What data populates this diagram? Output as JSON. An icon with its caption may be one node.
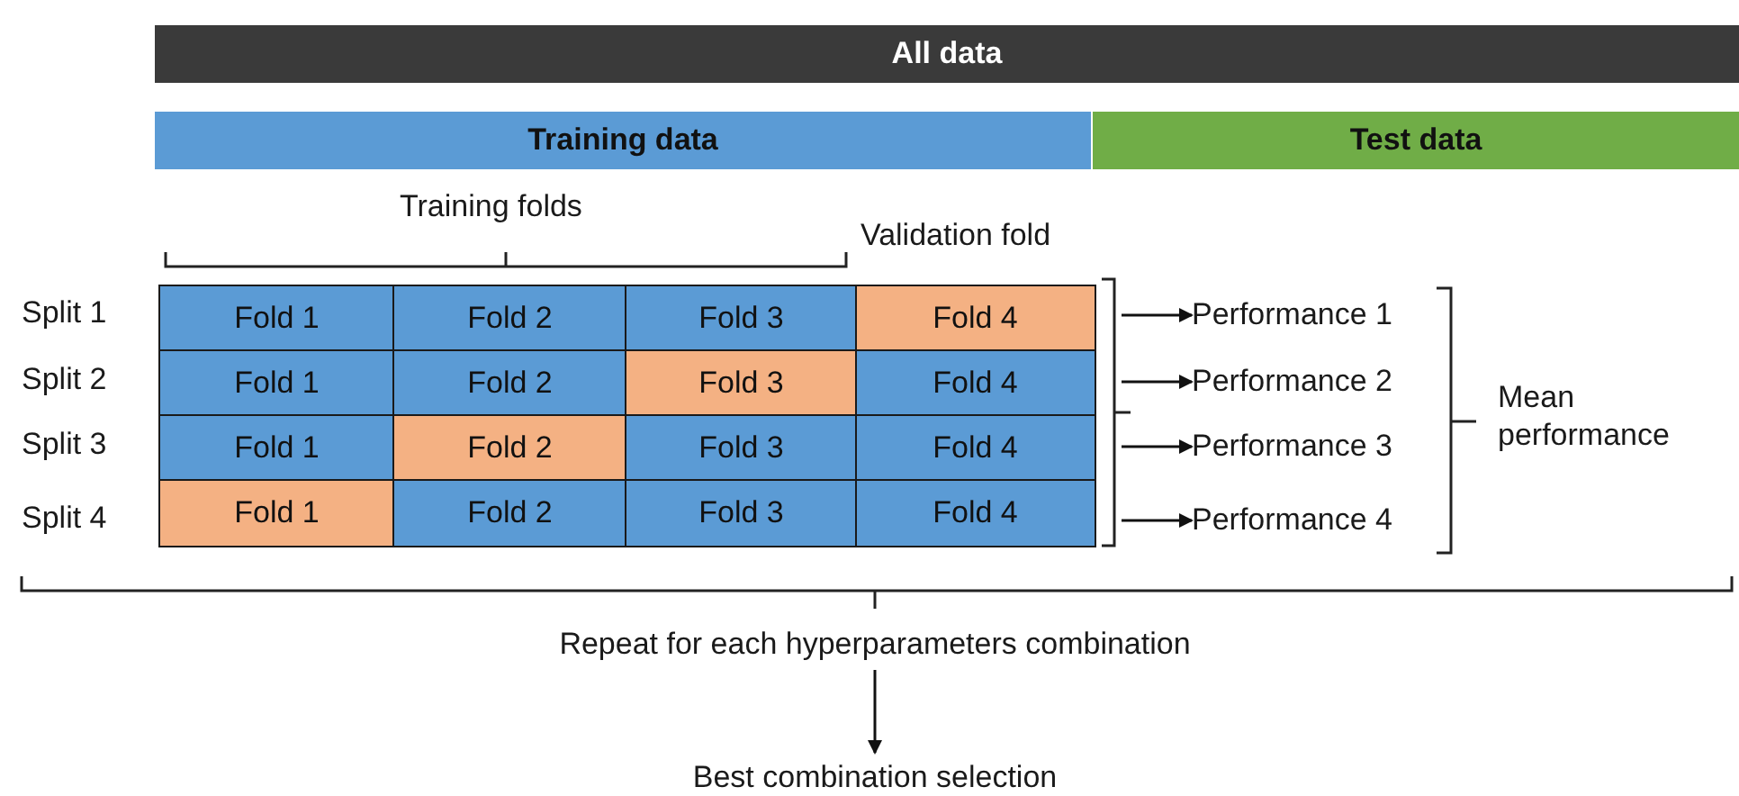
{
  "diagram": {
    "nodes": [
      {
        "text": [
          "All data"
        ]
      },
      {
        "text": [
          "Training data"
        ]
      },
      {
        "text": [
          "Test data"
        ]
      },
      {
        "text": [
          "Fold 1"
        ]
      },
      {
        "text": [
          "Fold 2"
        ]
      },
      {
        "text": [
          "Fold 3"
        ]
      },
      {
        "text": [
          "Fold 4"
        ]
      },
      {
        "text": [
          "Fold 1"
        ]
      },
      {
        "text": [
          "Fold 2"
        ]
      },
      {
        "text": [
          "Fold 3"
        ]
      },
      {
        "text": [
          "Fold 4"
        ]
      },
      {
        "text": [
          "Fold 1"
        ]
      },
      {
        "text": [
          "Fold 2"
        ]
      },
      {
        "text": [
          "Fold 3"
        ]
      },
      {
        "text": [
          "Fold 4"
        ]
      },
      {
        "text": [
          "Fold 1"
        ]
      },
      {
        "text": [
          "Fold 2"
        ]
      },
      {
        "text": [
          "Fold 3"
        ]
      },
      {
        "text": [
          "Fold 4"
        ]
      },
      {
        "text": [
          "Performance 1"
        ]
      },
      {
        "text": [
          "Performance 2"
        ]
      },
      {
        "text": [
          "Performance 3"
        ]
      },
      {
        "text": [
          "Performance 4"
        ]
      },
      {
        "text": [
          "Repeat for each hyperparameters combination"
        ]
      },
      {
        "text": [
          "Best combination selection"
        ]
      }
    ],
    "edges": [
      {
        "from": null,
        "to": 19,
        "arrow": "to"
      },
      {
        "from": null,
        "to": 20,
        "arrow": "to"
      },
      {
        "from": null,
        "to": 21,
        "arrow": "to"
      },
      {
        "from": null,
        "to": 22,
        "arrow": "to"
      },
      {
        "from": 23,
        "to": 24,
        "arrow": "to"
      }
    ],
    "labels": [
      "Training folds",
      "Validation fold",
      "Split 1",
      "Split 2",
      "Split 3",
      "Split 4",
      "Mean performance"
    ]
  }
}
